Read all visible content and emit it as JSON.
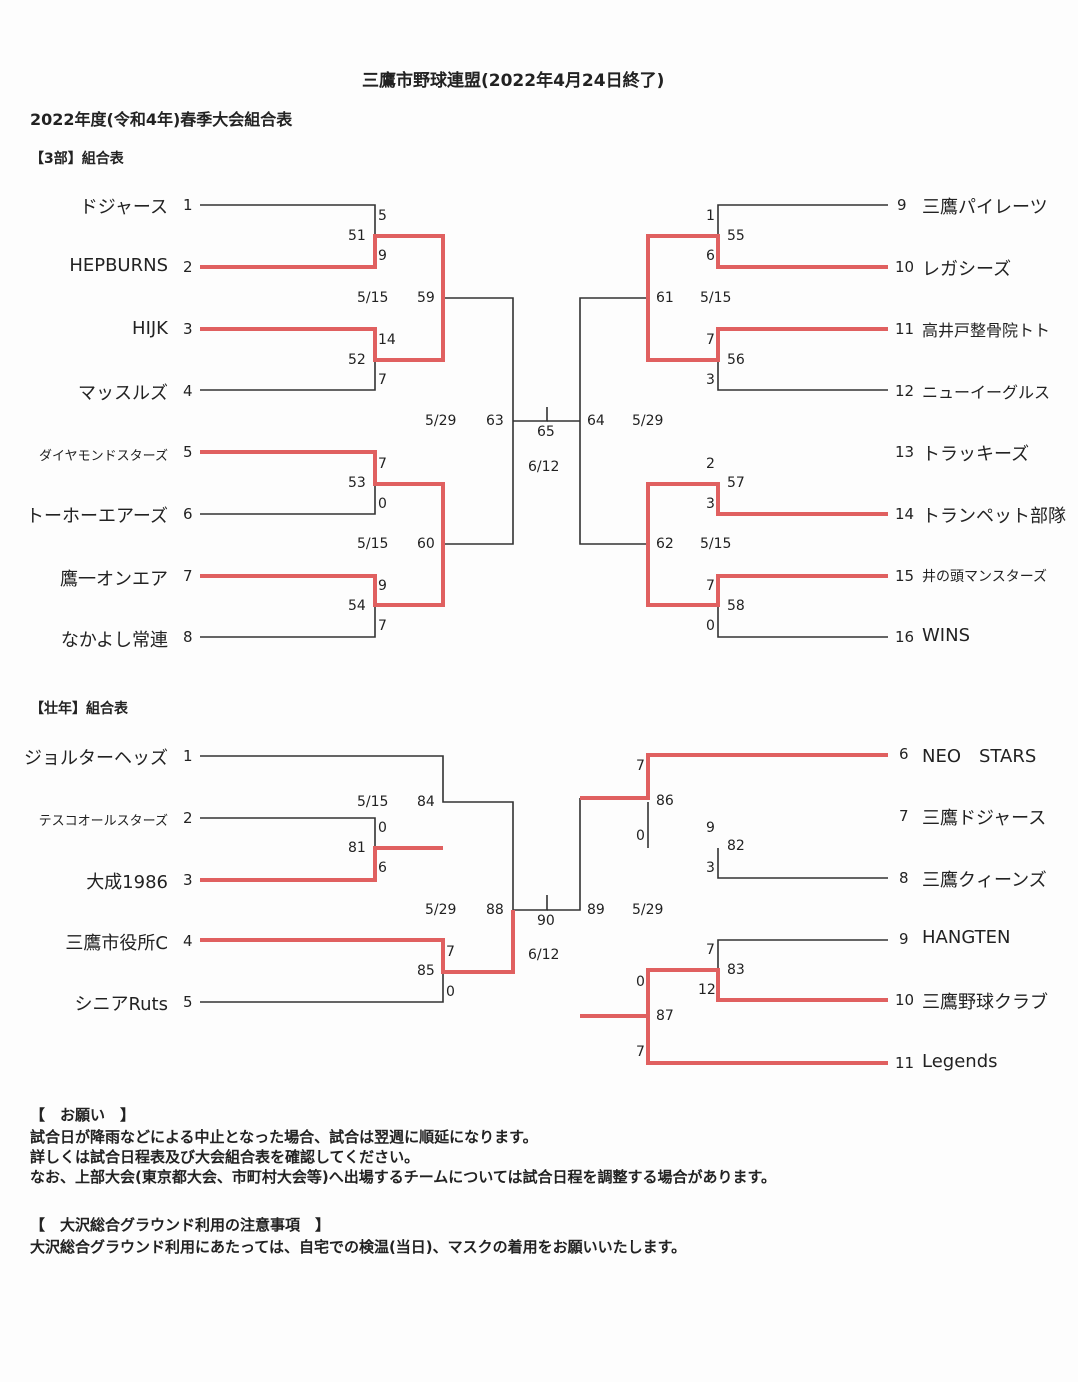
{
  "header": {
    "title": "三鷹市野球連盟(2022年4月24日終了)",
    "subtitle": "2022年度(令和4年)春季大会組合表"
  },
  "div3": {
    "label": "【3部】組合表",
    "teams": [
      {
        "seed": "1",
        "name": "ドジャース"
      },
      {
        "seed": "2",
        "name": "HEPBURNS"
      },
      {
        "seed": "3",
        "name": "HIJK"
      },
      {
        "seed": "4",
        "name": "マッスルズ"
      },
      {
        "seed": "5",
        "name": "ダイヤモンドスターズ"
      },
      {
        "seed": "6",
        "name": "トーホーエアーズ"
      },
      {
        "seed": "7",
        "name": "鷹一オンエア"
      },
      {
        "seed": "8",
        "name": "なかよし常連"
      },
      {
        "seed": "9",
        "name": "三鷹パイレーツ"
      },
      {
        "seed": "10",
        "name": "レガシーズ"
      },
      {
        "seed": "11",
        "name": "高井戸整骨院トト"
      },
      {
        "seed": "12",
        "name": "ニューイーグルス"
      },
      {
        "seed": "13",
        "name": "トラッキーズ"
      },
      {
        "seed": "14",
        "name": "トランペット部隊"
      },
      {
        "seed": "15",
        "name": "井の頭マンスターズ"
      },
      {
        "seed": "16",
        "name": "WINS"
      }
    ],
    "scores": [
      "5",
      "9",
      "14",
      "7",
      "7",
      "0",
      "9",
      "7",
      "1",
      "6",
      "7",
      "3",
      "2",
      "3",
      "7",
      "0"
    ],
    "games": [
      "51",
      "52",
      "53",
      "54",
      "59",
      "60",
      "63",
      "55",
      "56",
      "57",
      "58",
      "61",
      "62",
      "64",
      "65"
    ],
    "dates": [
      "5/15",
      "5/15",
      "5/29",
      "5/15",
      "5/15",
      "5/29",
      "6/12"
    ]
  },
  "senior": {
    "label": "【壮年】組合表",
    "teams": [
      {
        "seed": "1",
        "name": "ジョルターヘッズ"
      },
      {
        "seed": "2",
        "name": "テスコオールスターズ"
      },
      {
        "seed": "3",
        "name": "大成1986"
      },
      {
        "seed": "4",
        "name": "三鷹市役所C"
      },
      {
        "seed": "5",
        "name": "シニアRuts"
      },
      {
        "seed": "6",
        "name": "NEO　STARS"
      },
      {
        "seed": "7",
        "name": "三鷹ドジャース"
      },
      {
        "seed": "8",
        "name": "三鷹クィーンズ"
      },
      {
        "seed": "9",
        "name": "HANGTEN"
      },
      {
        "seed": "10",
        "name": "三鷹野球クラブ"
      },
      {
        "seed": "11",
        "name": "Legends"
      }
    ],
    "scores": [
      "0",
      "6",
      "7",
      "0",
      "7",
      "9",
      "0",
      "3",
      "7",
      "12",
      "0",
      "7"
    ],
    "games": [
      "81",
      "84",
      "85",
      "88",
      "82",
      "86",
      "83",
      "87",
      "89",
      "90"
    ],
    "dates": [
      "5/15",
      "5/29",
      "5/29",
      "6/12"
    ]
  },
  "notes": {
    "request_heading": "【　お願い　】",
    "request_lines": [
      "試合日が降雨などによる中止となった場合、試合は翌週に順延になります。",
      "詳しくは試合日程表及び大会組合表を確認してください。",
      "なお、上部大会(東京都大会、市町村大会等)へ出場するチームについては試合日程を調整する場合があります。"
    ],
    "ground_heading": "【　大沢総合グラウンド利用の注意事項　】",
    "ground_line": "大沢総合グラウンド利用にあたっては、自宅での検温(当日)、マスクの着用をお願いいたします。"
  },
  "colors": {
    "winner_line": "#e06060",
    "line": "#333333"
  }
}
